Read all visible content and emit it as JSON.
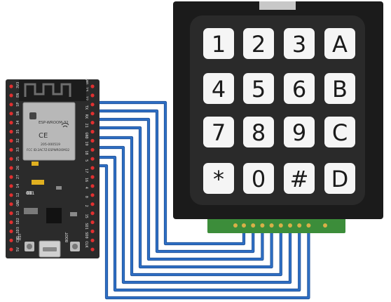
{
  "module": {
    "name_text": "ESP-WROOM-32",
    "fcc_text": "FCC ID:2AC7Z-ESPWROOM32",
    "cert_text": "205-000519",
    "ce_text": "CE",
    "btn_rst": "RST",
    "btn_boot": "BOOT",
    "left_pins": [
      "3V3",
      "EN",
      "SP",
      "SN",
      "34",
      "35",
      "32",
      "33",
      "25",
      "26",
      "27",
      "14",
      "12",
      "GND",
      "13",
      "SD2",
      "SD3",
      "CMD",
      "5V"
    ],
    "right_pins": [
      "GND",
      "23",
      "22",
      "TX",
      "RX",
      "21",
      "GND",
      "19",
      "18",
      "5",
      "17",
      "16",
      "4",
      "0",
      "2",
      "15",
      "SD1",
      "SD0",
      "CLK"
    ],
    "bottom_left_label": "G11",
    "colors": {
      "board": "#2b2b2b",
      "shield": "#b8b8b8",
      "pcb_antenna": "#1a1a1a",
      "pin_red": "#e03030"
    }
  },
  "keypad": {
    "keys": [
      "1",
      "2",
      "3",
      "A",
      "4",
      "5",
      "6",
      "B",
      "7",
      "8",
      "9",
      "C",
      "*",
      "0",
      "#",
      "D"
    ],
    "colors": {
      "frame": "#1b1b1b",
      "key": "#f5f5f5",
      "connector": "#3c8d3a",
      "pin": "#d8b048"
    }
  },
  "wires": {
    "color": "#2e6fc5",
    "count": 8
  }
}
